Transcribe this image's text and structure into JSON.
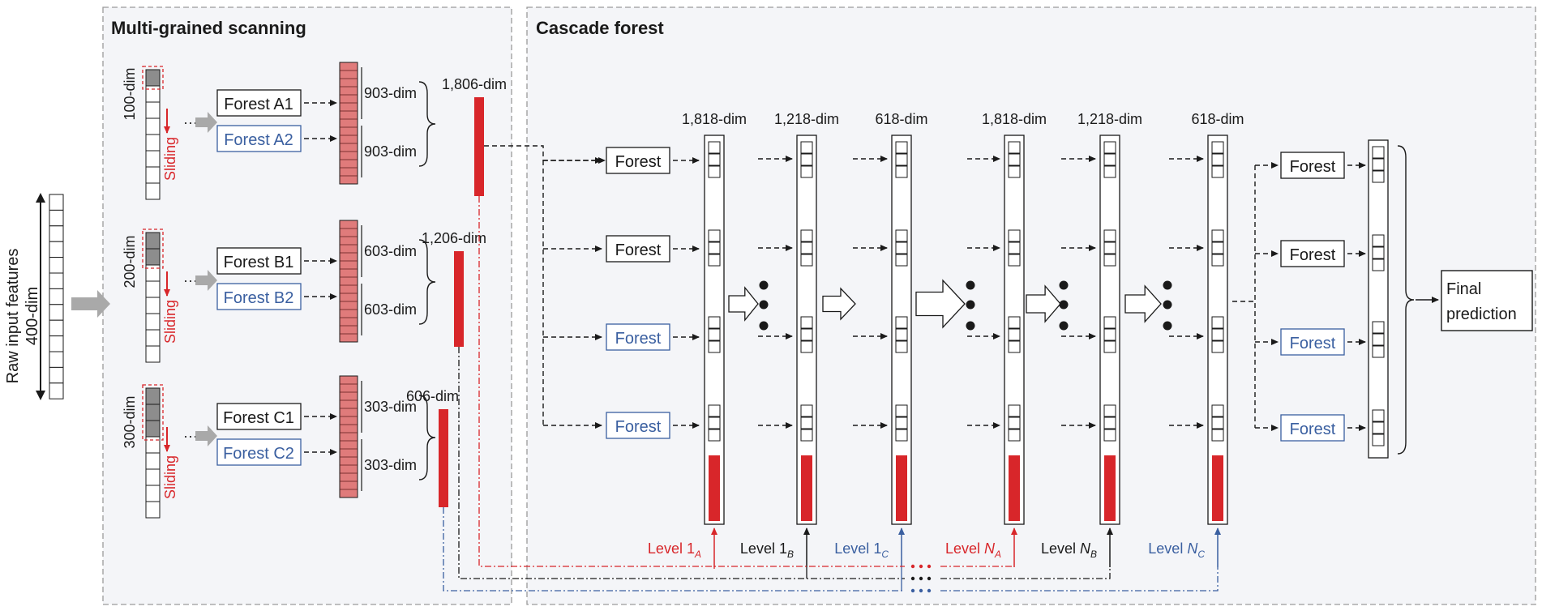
{
  "panels": {
    "scanning_title": "Multi-grained scanning",
    "cascade_title": "Cascade forest"
  },
  "input": {
    "label": "Raw input features",
    "dim": "400-dim"
  },
  "windows": [
    {
      "dim": "100-dim",
      "sliding": "Sliding"
    },
    {
      "dim": "200-dim",
      "sliding": "Sliding"
    },
    {
      "dim": "300-dim",
      "sliding": "Sliding"
    }
  ],
  "scan_forests": [
    {
      "a": "Forest A1",
      "b": "Forest A2",
      "out_a": "903-dim",
      "out_b": "903-dim",
      "concat": "1,806-dim"
    },
    {
      "a": "Forest B1",
      "b": "Forest B2",
      "out_a": "603-dim",
      "out_b": "603-dim",
      "concat": "1,206-dim"
    },
    {
      "a": "Forest C1",
      "b": "Forest C2",
      "out_a": "303-dim",
      "out_b": "303-dim",
      "concat": "606-dim"
    }
  ],
  "cascade": {
    "forest_label": "Forest",
    "columns": [
      {
        "dim": "1,818-dim",
        "level_prefix": "Level ",
        "level_main": "1",
        "level_sub": "A",
        "color": "#d8262a"
      },
      {
        "dim": "1,218-dim",
        "level_prefix": "Level ",
        "level_main": "1",
        "level_sub": "B",
        "color": "#1a1a1a"
      },
      {
        "dim": "618-dim",
        "level_prefix": "Level ",
        "level_main": "1",
        "level_sub": "C",
        "color": "#3a5fa0"
      },
      {
        "dim": "1,818-dim",
        "level_prefix": "Level ",
        "level_main": "N",
        "level_sub": "A",
        "color": "#d8262a"
      },
      {
        "dim": "1,218-dim",
        "level_prefix": "Level ",
        "level_main": "N",
        "level_sub": "B",
        "color": "#1a1a1a"
      },
      {
        "dim": "618-dim",
        "level_prefix": "Level ",
        "level_main": "N",
        "level_sub": "C",
        "color": "#3a5fa0"
      }
    ]
  },
  "output": {
    "line1": "Final",
    "line2": "prediction"
  },
  "colors": {
    "red": "#d8262a",
    "blue": "#3a5fa0",
    "dark": "#1a1a1a",
    "pink": "#e07b7b",
    "panel_bg": "#f4f5f8",
    "grey_arrow": "#a9a9a9"
  }
}
